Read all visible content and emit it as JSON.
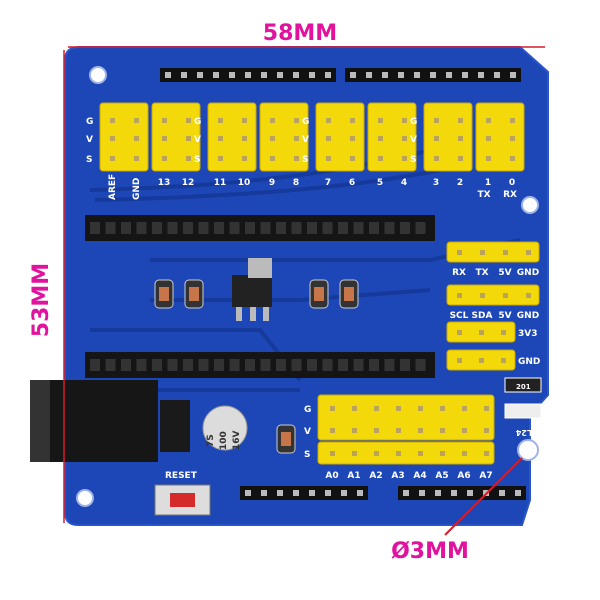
{
  "dimensions": {
    "width": "58MM",
    "height": "53MM",
    "hole": "Ø3MM"
  },
  "colors": {
    "board": "#1d47b6",
    "header_yellow": "#f4d90a",
    "annotation": "#e0129e",
    "arrow": "#d81b2a"
  },
  "digital_rows": [
    "G",
    "V",
    "S"
  ],
  "digital_groups": [
    {
      "pins": [
        "AREF",
        "GND",
        "13",
        "12"
      ]
    },
    {
      "pins": [
        "11",
        "10",
        "9",
        "8"
      ]
    },
    {
      "pins": [
        "7",
        "6",
        "5",
        "4"
      ]
    },
    {
      "pins": [
        "3",
        "2",
        "1",
        "0"
      ]
    }
  ],
  "uart_sub": [
    "TX",
    "RX"
  ],
  "side_headers": {
    "uart": [
      "RX",
      "TX",
      "5V",
      "GND"
    ],
    "i2c": [
      "SCL",
      "SDA",
      "5V",
      "GND"
    ],
    "v33": "3V3",
    "gnd": "GND"
  },
  "analog_rows": [
    "G",
    "V",
    "S"
  ],
  "analog_pins": [
    "A0",
    "A1",
    "A2",
    "A3",
    "A4",
    "A5",
    "A6",
    "A7"
  ],
  "capacitor": [
    "7S",
    "100",
    "16V"
  ],
  "reset_label": "RESET",
  "resistor_code": "201",
  "led_label": "L24"
}
